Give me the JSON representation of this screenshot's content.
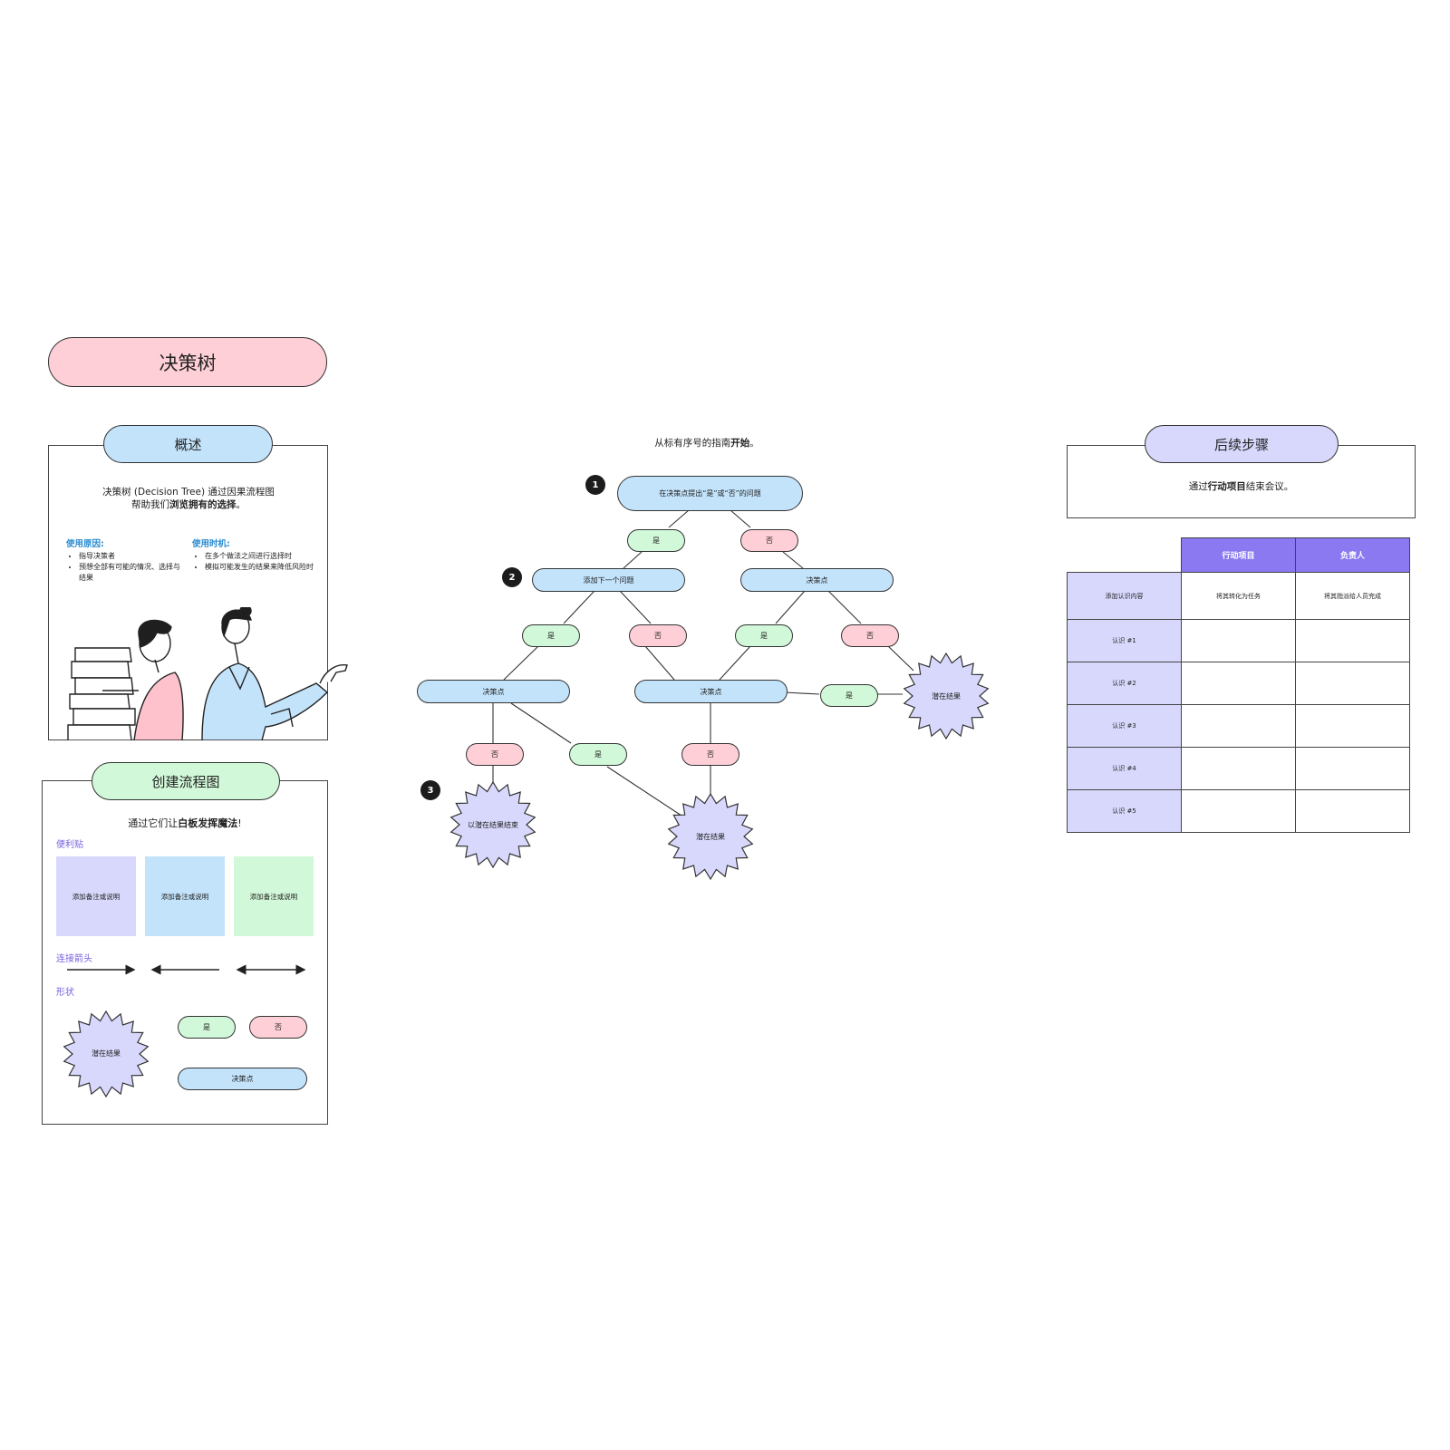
{
  "title": "决策树",
  "overview": {
    "header": "概述",
    "intro_line1": "决策树 (Decision Tree) 通过因果流程图",
    "intro_line2_pre": "帮助我们",
    "intro_line2_bold": "浏览拥有的选择",
    "intro_line2_post": "。",
    "why_header": "使用原因:",
    "why_items": [
      "指导决策者",
      "预想全部有可能的情况、选择与结果"
    ],
    "when_header": "使用时机:",
    "when_items": [
      "在多个做法之间进行选择时",
      "模拟可能发生的结果来降低风险时"
    ]
  },
  "create": {
    "header": "创建流程图",
    "intro_pre": "通过它们让",
    "intro_bold": "白板发挥魔法",
    "intro_post": "!",
    "sticky_label": "便利贴",
    "stickies": [
      "添加备注或说明",
      "添加备注或说明",
      "添加备注或说明"
    ],
    "arrows_label": "连接箭头",
    "shapes_label": "形状",
    "shape_outcome": "潜在结果",
    "shape_yes": "是",
    "shape_no": "否",
    "shape_decision": "决策点"
  },
  "tree": {
    "guide_pre": "从标有序号的指南",
    "guide_bold": "开始",
    "guide_post": "。",
    "steps": [
      "1",
      "2",
      "3"
    ],
    "root": "在决策点提出“是”或“否”的问题",
    "yes": "是",
    "no": "否",
    "next_question": "添加下一个问题",
    "decision": "决策点",
    "outcome": "潜在结果",
    "end_outcome": "以潜在结果结束"
  },
  "next_steps": {
    "header": "后续步骤",
    "intro_pre": "通过",
    "intro_bold": "行动项目",
    "intro_post": "结束会议。",
    "col_action": "行动项目",
    "col_owner": "负责人",
    "rows": [
      {
        "label": "添加认识内容",
        "action": "将其转化为任务",
        "owner": "将其指派给人员完成"
      },
      {
        "label": "认识 #1",
        "action": "",
        "owner": ""
      },
      {
        "label": "认识 #2",
        "action": "",
        "owner": ""
      },
      {
        "label": "认识 #3",
        "action": "",
        "owner": ""
      },
      {
        "label": "认识 #4",
        "action": "",
        "owner": ""
      },
      {
        "label": "认识 #5",
        "action": "",
        "owner": ""
      }
    ]
  },
  "colors": {
    "blue": "#c3e3fb",
    "pink": "#fecfd6",
    "green": "#d1f8d8",
    "lavender": "#d8d8fd",
    "header_purple": "#8a79f0",
    "accent_blue": "#2a8bd0",
    "accent_purple": "#7a62e0"
  }
}
